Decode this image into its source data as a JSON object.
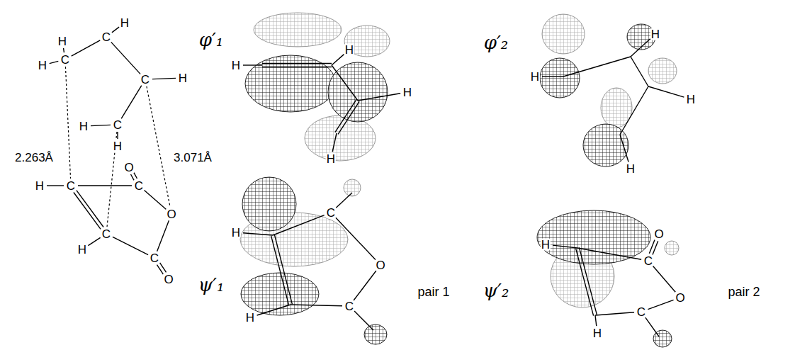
{
  "diagram": {
    "labels": [
      "H",
      "H",
      "C",
      "H",
      "C",
      "C",
      "H",
      "H",
      "C",
      "H",
      "2.263Å",
      "3.071Å",
      "O",
      "H",
      "C",
      "C",
      "O",
      "H",
      "C",
      "C",
      "O",
      "φ′₁",
      "H",
      "H",
      "H",
      "H",
      "ψ′₁",
      "H",
      "C",
      "O",
      "C",
      "H",
      "pair 1",
      "φ′₂",
      "H",
      "H",
      "H",
      "H",
      "ψ′₂",
      "H",
      "O",
      "C",
      "O",
      "C",
      "H",
      "pair 2"
    ]
  }
}
